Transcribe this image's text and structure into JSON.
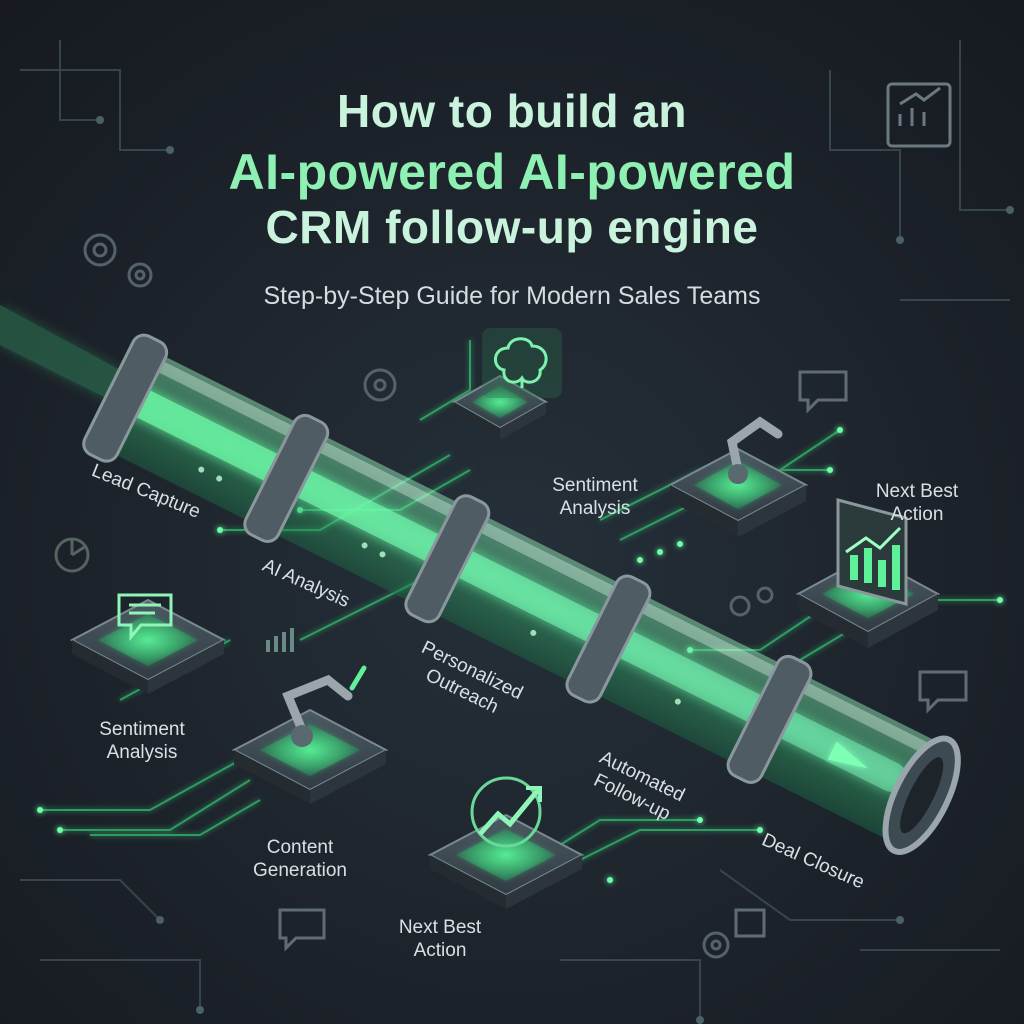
{
  "title": {
    "line1": "How to build an",
    "line2": "AI-powered AI-powered",
    "line3": "CRM follow-up engine"
  },
  "subtitle": "Step-by-Step Guide for Modern Sales Teams",
  "pipeline_stages": [
    "Lead Capture",
    "AI Analysis",
    "Personalized\nOutreach",
    "Automated\nFollow-up",
    "Deal Closure"
  ],
  "platform_labels": {
    "sentiment_top": "Sentiment\nAnalysis",
    "next_best_right": "Next Best\nAction",
    "sentiment_left": "Sentiment\nAnalysis",
    "content_generation": "Content\nGeneration",
    "next_best_bottom": "Next Best\nAction"
  },
  "icons": [
    "brain-icon",
    "robot-arm-icon",
    "chart-icon",
    "chat-icon",
    "trend-arrow-icon",
    "gear-icon",
    "speech-bubble-icon"
  ],
  "colors": {
    "background": "#1d232b",
    "accent_green": "#4ee58a",
    "title_light": "#c9f3dd",
    "title_green": "#8ff0b4",
    "text": "#d8e0e4"
  }
}
